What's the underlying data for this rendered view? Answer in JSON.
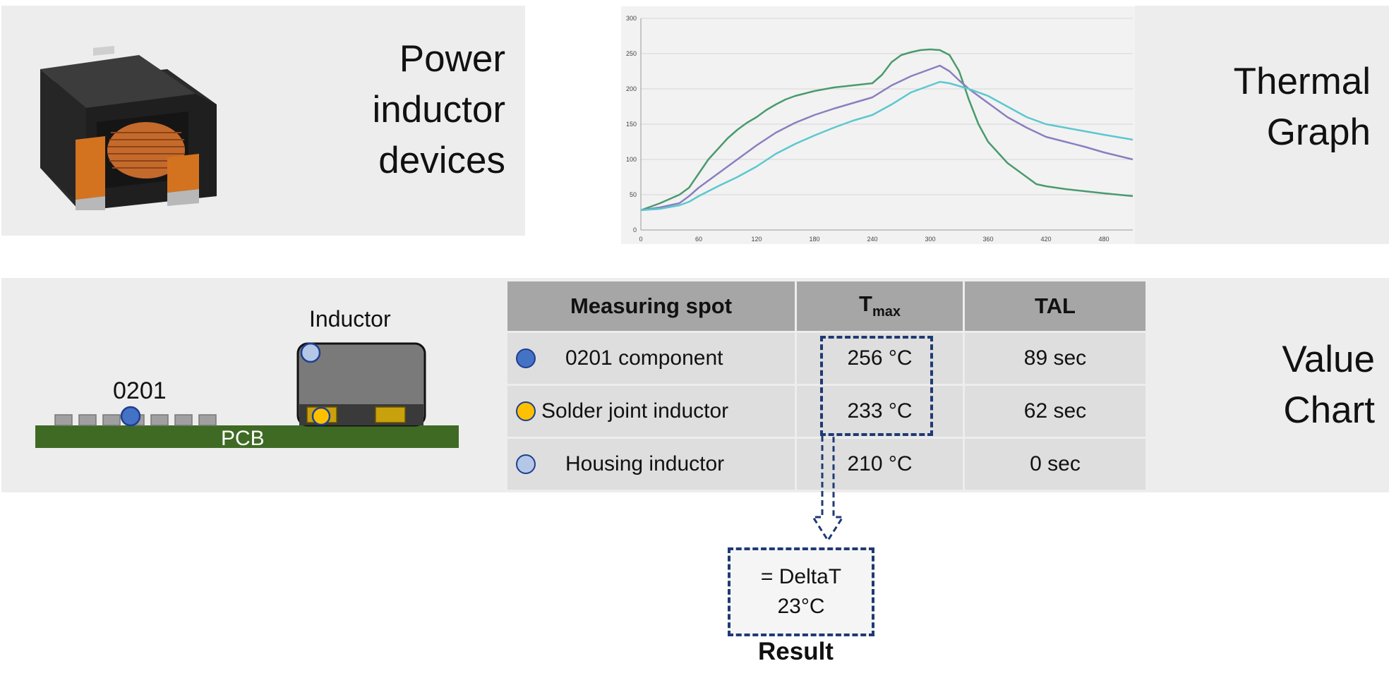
{
  "top_left": {
    "title_lines": [
      "Power",
      "inductor",
      "devices"
    ]
  },
  "thermal_graph": {
    "label_lines": [
      "Thermal",
      "Graph"
    ]
  },
  "value_chart": {
    "label_lines": [
      "Value",
      "Chart"
    ]
  },
  "pcb_diagram": {
    "inductor_label": "Inductor",
    "component_label": "0201",
    "pcb_label": "PCB"
  },
  "table": {
    "headers": {
      "spot": "Measuring spot",
      "tmax_main": "T",
      "tmax_sub": "max",
      "tal": "TAL"
    },
    "rows": [
      {
        "spot": "0201 component",
        "tmax": "256 °C",
        "tal": "89 sec",
        "dot_color": "#4472c4"
      },
      {
        "spot": "Solder joint inductor",
        "tmax": "233 °C",
        "tal": "62 sec",
        "dot_color": "#ffc000"
      },
      {
        "spot": "Housing inductor",
        "tmax": "210 °C",
        "tal": "0 sec",
        "dot_color": "#b4c7e7"
      }
    ]
  },
  "result": {
    "line1": "= DeltaT",
    "line2": "23°C",
    "label": "Result"
  },
  "chart_data": {
    "type": "line",
    "title": "",
    "xlabel": "",
    "ylabel": "",
    "xlim": [
      0,
      510
    ],
    "ylim": [
      0,
      300
    ],
    "xticks": [
      0,
      60,
      120,
      180,
      240,
      300,
      360,
      420,
      480
    ],
    "yticks": [
      0,
      50,
      100,
      150,
      200,
      250,
      300
    ],
    "grid": true,
    "series": [
      {
        "color": "#4a9a6e",
        "x": [
          0,
          20,
          40,
          50,
          60,
          70,
          80,
          90,
          100,
          110,
          120,
          130,
          140,
          150,
          160,
          180,
          200,
          220,
          240,
          250,
          260,
          270,
          280,
          290,
          300,
          310,
          320,
          330,
          340,
          350,
          360,
          370,
          380,
          390,
          400,
          410,
          420,
          440,
          460,
          480,
          510
        ],
        "y": [
          28,
          38,
          50,
          60,
          80,
          100,
          115,
          130,
          142,
          152,
          160,
          170,
          178,
          185,
          190,
          197,
          202,
          205,
          208,
          220,
          238,
          248,
          252,
          255,
          256,
          255,
          248,
          225,
          185,
          150,
          125,
          110,
          95,
          85,
          75,
          65,
          62,
          58,
          55,
          52,
          48
        ]
      },
      {
        "color": "#8a7fbf",
        "x": [
          0,
          20,
          40,
          50,
          60,
          70,
          80,
          100,
          120,
          140,
          160,
          180,
          200,
          220,
          240,
          260,
          280,
          300,
          310,
          320,
          330,
          340,
          360,
          380,
          400,
          420,
          440,
          460,
          480,
          510
        ],
        "y": [
          28,
          32,
          38,
          48,
          60,
          70,
          80,
          100,
          120,
          138,
          152,
          163,
          172,
          180,
          188,
          205,
          218,
          228,
          233,
          225,
          212,
          200,
          180,
          160,
          145,
          132,
          125,
          118,
          110,
          100
        ]
      },
      {
        "color": "#5bc8cf",
        "x": [
          0,
          20,
          40,
          50,
          60,
          80,
          100,
          120,
          140,
          160,
          180,
          200,
          220,
          240,
          260,
          280,
          300,
          310,
          320,
          340,
          360,
          380,
          400,
          420,
          440,
          460,
          480,
          510
        ],
        "y": [
          28,
          30,
          35,
          40,
          48,
          62,
          75,
          90,
          108,
          122,
          134,
          145,
          155,
          163,
          178,
          195,
          205,
          210,
          208,
          200,
          190,
          175,
          160,
          150,
          145,
          140,
          135,
          128
        ]
      }
    ]
  }
}
